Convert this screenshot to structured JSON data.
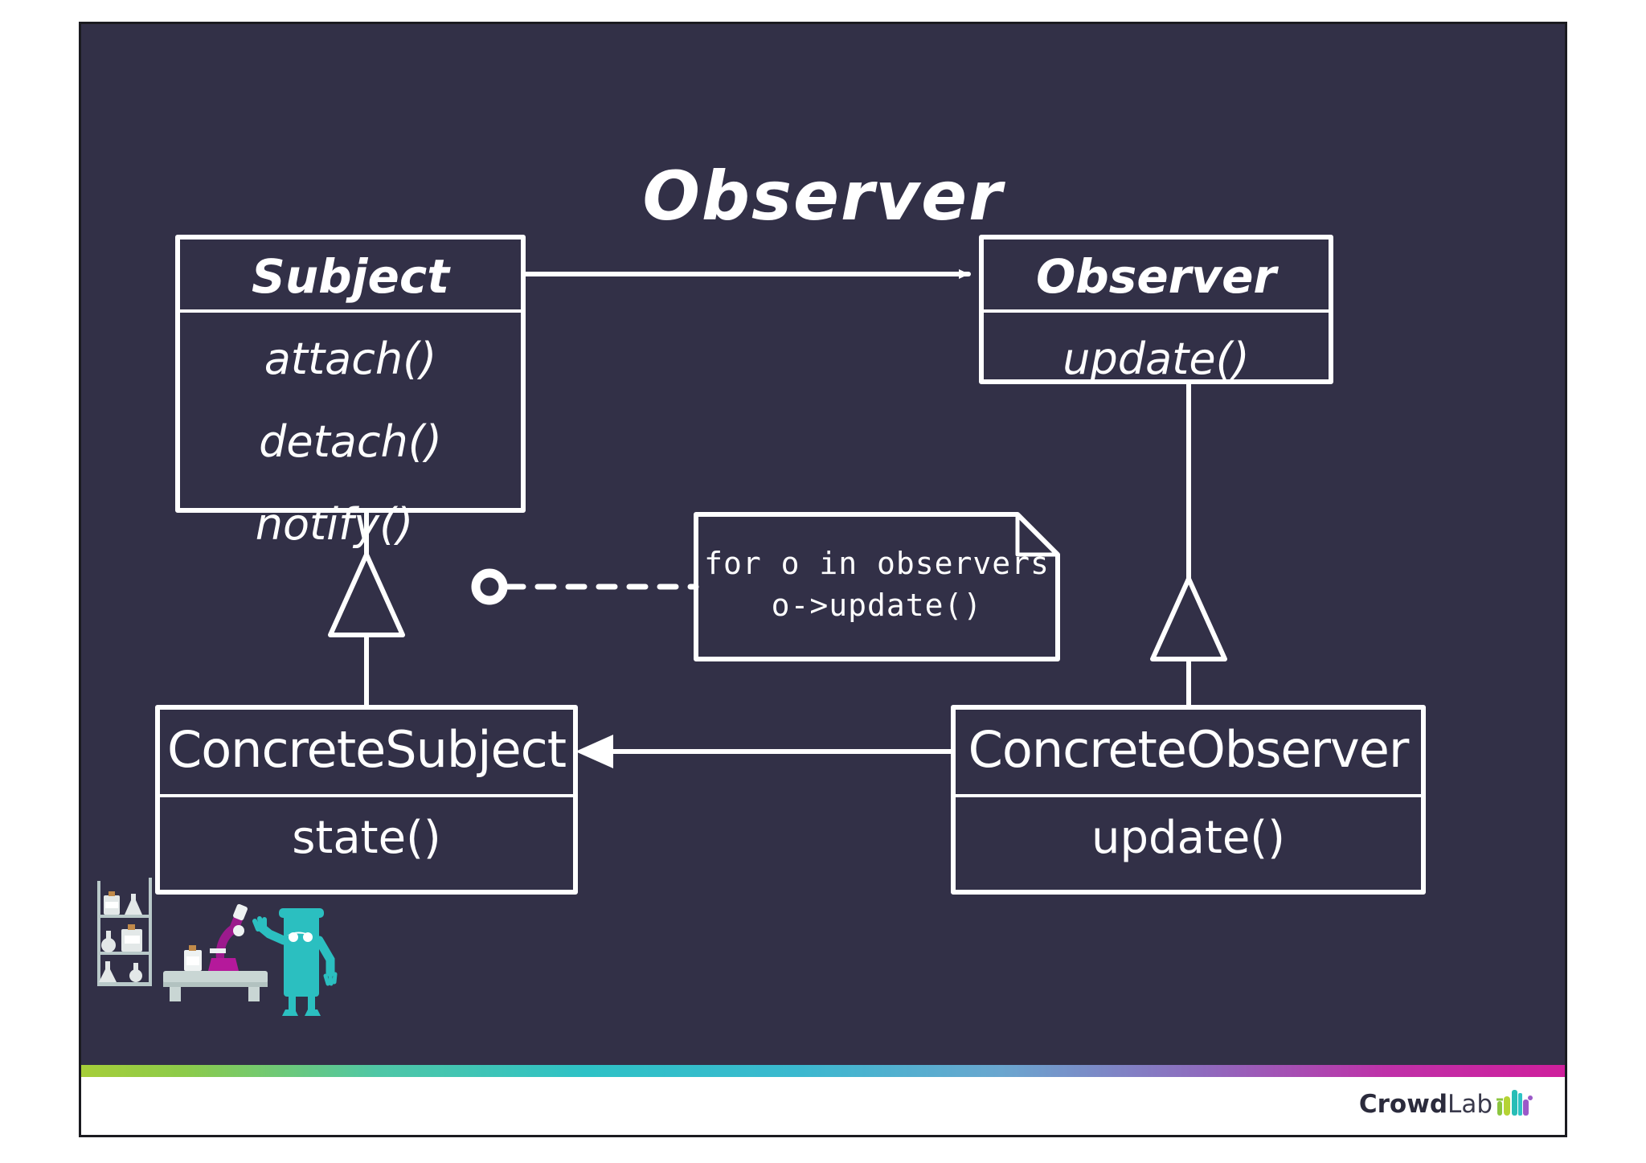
{
  "slide": {
    "title": "Observer",
    "background_color": "#323047",
    "stroke_color": "#ffffff"
  },
  "diagram": {
    "type": "uml-class-diagram",
    "classes": [
      {
        "id": "subject",
        "name": "Subject",
        "stereotype": "abstract",
        "members": [
          "attach()",
          "detach()",
          "notify()"
        ]
      },
      {
        "id": "observer",
        "name": "Observer",
        "stereotype": "abstract",
        "members": [
          "update()"
        ]
      },
      {
        "id": "concrete-subject",
        "name": "ConcreteSubject",
        "stereotype": "concrete",
        "members": [
          "state()"
        ]
      },
      {
        "id": "concrete-observer",
        "name": "ConcreteObserver",
        "stereotype": "concrete",
        "members": [
          "update()"
        ]
      }
    ],
    "note": {
      "attached_to": "notify()",
      "line1": "for o in observers",
      "line2": "o->update()"
    },
    "relationships": [
      {
        "from": "subject",
        "to": "observer",
        "type": "association",
        "arrow": "solid-filled"
      },
      {
        "from": "concrete-subject",
        "to": "subject",
        "type": "generalization",
        "arrow": "hollow-triangle"
      },
      {
        "from": "concrete-observer",
        "to": "observer",
        "type": "generalization",
        "arrow": "hollow-triangle"
      },
      {
        "from": "concrete-observer",
        "to": "concrete-subject",
        "type": "association",
        "arrow": "solid-filled"
      }
    ]
  },
  "footer": {
    "logo_crowd": "Crowd",
    "logo_lab": "Lab",
    "gradient_colors": [
      "#a6ce39",
      "#2ec2c6",
      "#6aa6cf",
      "#9069bd",
      "#cf1f9c"
    ]
  }
}
